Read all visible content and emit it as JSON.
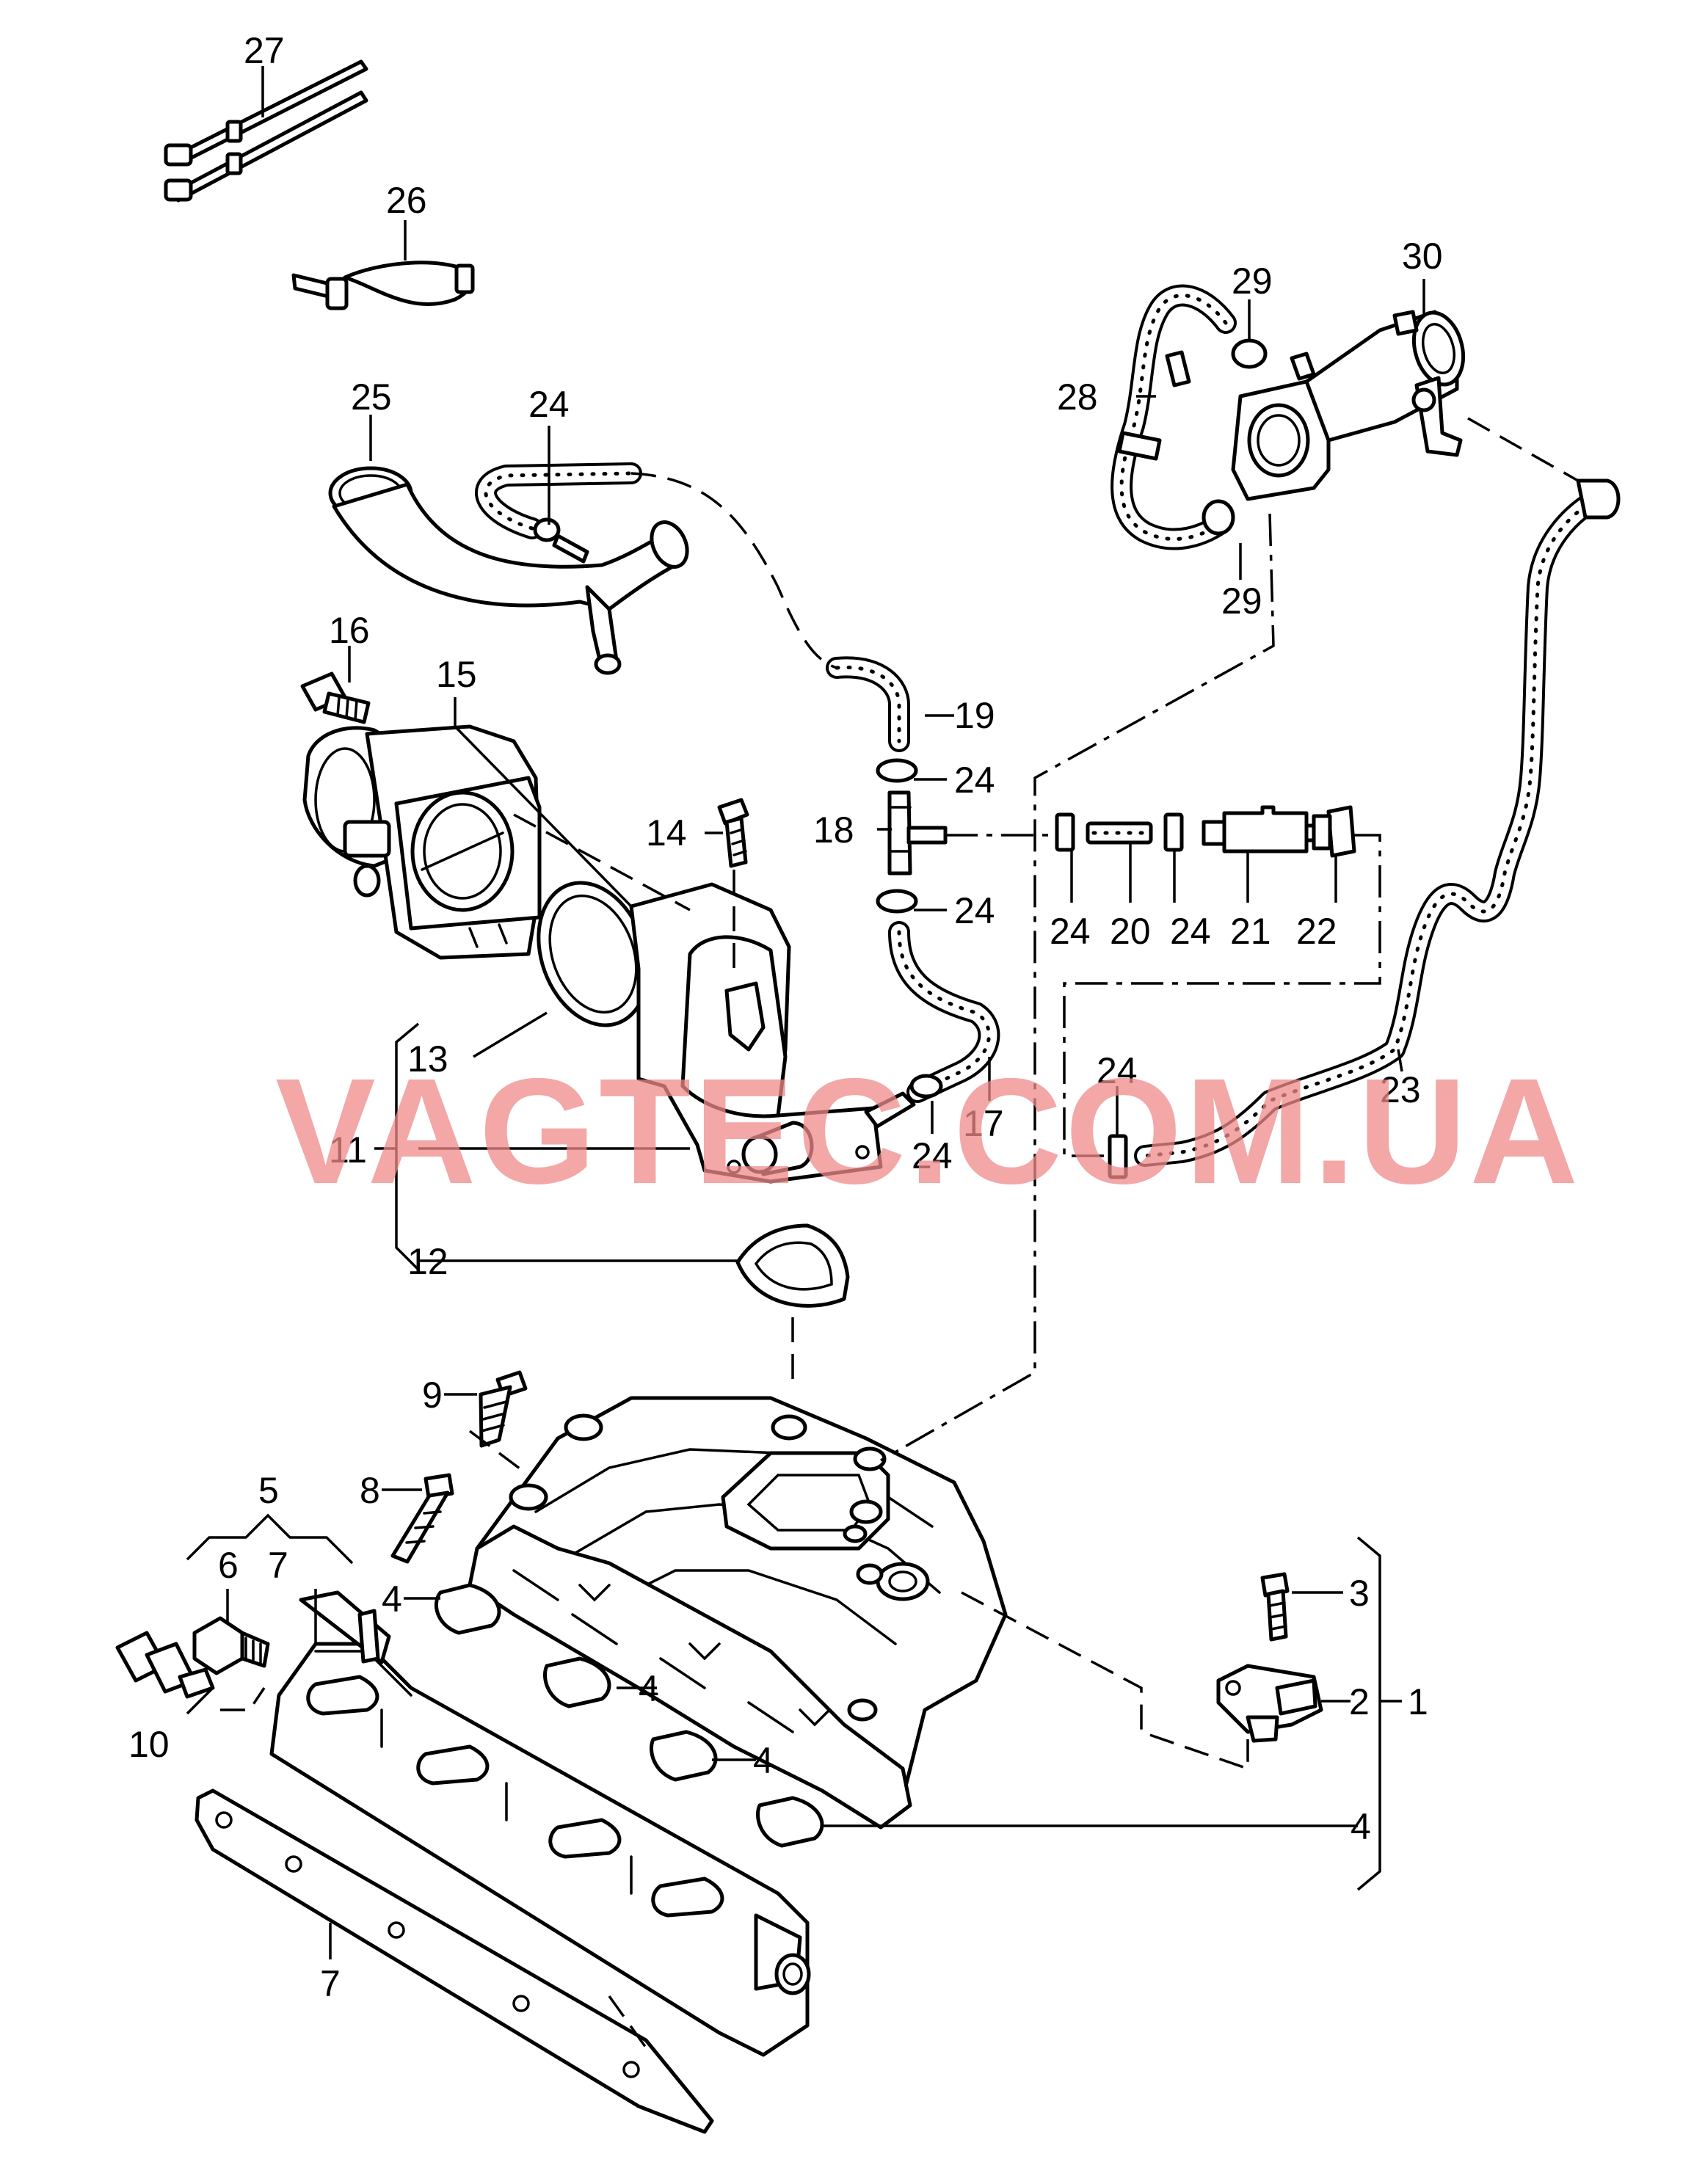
{
  "watermark": "VAGTEC.COM.UA",
  "callouts": {
    "c1": "1",
    "c2": "2",
    "c3": "3",
    "c4a": "4",
    "c4b": "4",
    "c4c": "4",
    "c4d": "4",
    "c5": "5",
    "c6": "6",
    "c7a": "7",
    "c7b": "7",
    "c8": "8",
    "c9": "9",
    "c10": "10",
    "c11": "11",
    "c12": "12",
    "c13": "13",
    "c14": "14",
    "c15": "15",
    "c16": "16",
    "c17": "17",
    "c18": "18",
    "c19": "19",
    "c20": "20",
    "c21": "21",
    "c22": "22",
    "c23": "23",
    "c24a": "24",
    "c24b": "24",
    "c24c": "24",
    "c24d": "24",
    "c24e": "24",
    "c24f": "24",
    "c24g": "24",
    "c25": "25",
    "c26": "26",
    "c27": "27",
    "c28": "28",
    "c29a": "29",
    "c29b": "29",
    "c30": "30"
  },
  "colors": {
    "line": "#000000",
    "background": "#ffffff",
    "watermark": "#f08a8a"
  }
}
